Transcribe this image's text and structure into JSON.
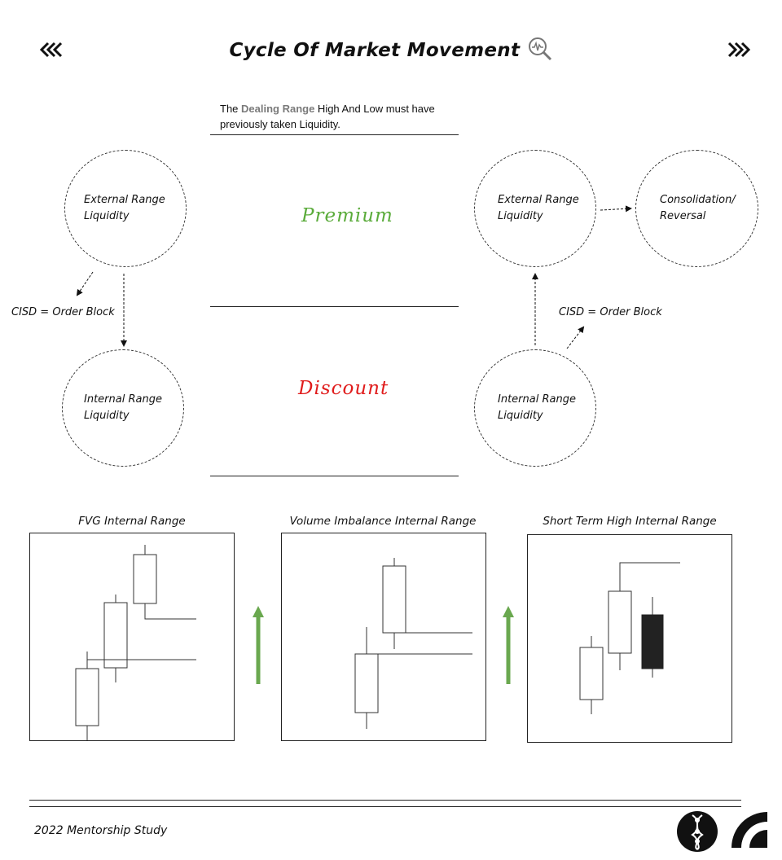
{
  "header": {
    "title": "Cycle Of Market Movement",
    "prev_icon": "double-chevron-left-icon",
    "next_icon": "double-chevron-right-icon",
    "title_icon": "magnifier-chart-icon"
  },
  "intro": {
    "text_before": "The ",
    "highlight": "Dealing Range",
    "text_after": " High And Low must have previously taken Liquidity."
  },
  "zones": {
    "premium": "Premium",
    "discount": "Discount",
    "premium_color": "#5aab3a",
    "discount_color": "#e01b1b"
  },
  "left_cycle": {
    "external": "External Range\nLiquidity",
    "internal": "Internal Range\nLiquidity",
    "cisd": "CISD = Order Block"
  },
  "right_cycle": {
    "external": "External Range\nLiquidity",
    "consolidation": "Consolidation/\nReversal",
    "internal": "Internal Range\nLiquidity",
    "cisd": "CISD = Order Block"
  },
  "panels": [
    {
      "title": "FVG Internal Range"
    },
    {
      "title": "Volume Imbalance Internal Range"
    },
    {
      "title": "Short Term High Internal Range"
    }
  ],
  "arrow_color": "#6aa84f",
  "footer": {
    "text": "2022 Mentorship Study",
    "logo1": "dna-helix-logo-icon",
    "logo2": "quarter-circle-logo-icon"
  }
}
